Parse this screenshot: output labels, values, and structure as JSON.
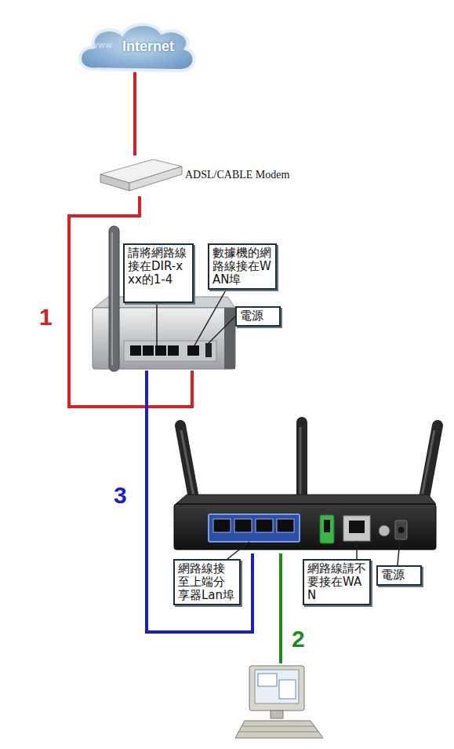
{
  "diagram": {
    "nodes": [
      {
        "text": [
          "www",
          "Internet"
        ]
      },
      {
        "text": [
          "ADSL/CABLE Modem"
        ]
      },
      {
        "text": []
      },
      {
        "text": [
          "請將網路線接在DIR-xxx的1-4"
        ],
        "in": 2
      },
      {
        "text": [
          "數據機的網路線接在WAN埠"
        ],
        "in": 2
      },
      {
        "text": [
          "電源"
        ],
        "in": 2
      },
      {
        "text": []
      },
      {
        "text": [
          "網路線接至上端分享器Lan埠"
        ]
      },
      {
        "text": [
          "網路線請不要接在WAN"
        ]
      },
      {
        "text": [
          "電源"
        ]
      },
      {
        "text": []
      }
    ],
    "edges": [
      {
        "from": 0,
        "to": 1,
        "arrow": "none"
      },
      {
        "from": 1,
        "to": 2,
        "label": "1",
        "arrow": "none"
      },
      {
        "from": 2,
        "to": 6,
        "label": "3",
        "arrow": "none"
      },
      {
        "from": 6,
        "to": 10,
        "label": "2",
        "arrow": "none"
      }
    ]
  }
}
